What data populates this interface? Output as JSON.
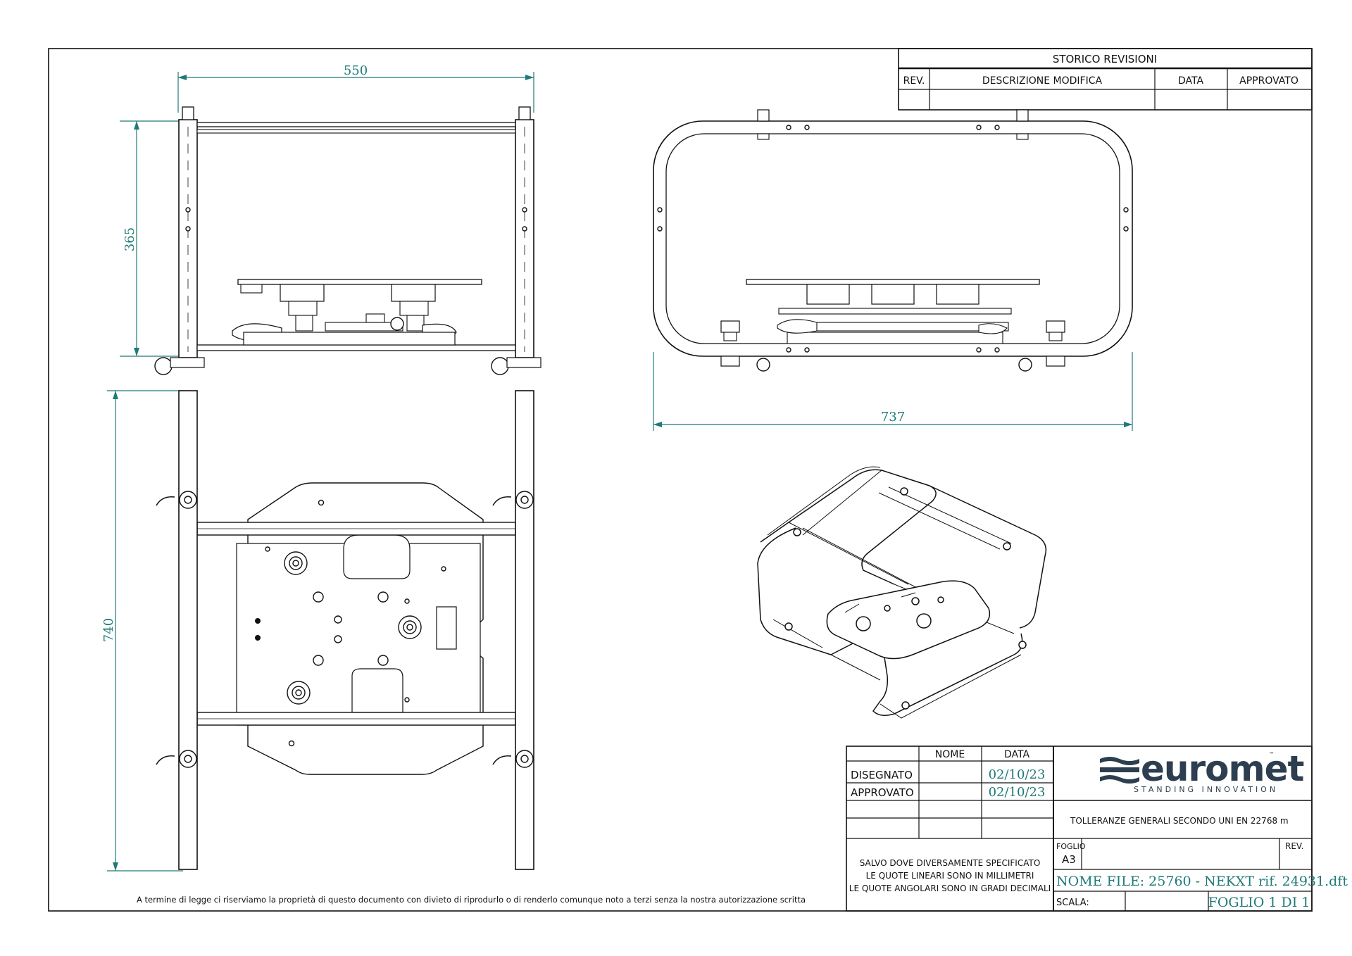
{
  "revisions": {
    "title": "STORICO REVISIONI",
    "headers": [
      "REV.",
      "DESCRIZIONE MODIFICA",
      "DATA",
      "APPROVATO"
    ]
  },
  "dimensions": {
    "front_width": "550",
    "front_height": "365",
    "top_depth": "740",
    "side_width": "737"
  },
  "notice": "A termine di legge ci riserviamo la proprietà di questo documento con divieto di riprodurlo o di renderlo comunque noto a terzi senza la nostra autorizzazione scritta",
  "title_block": {
    "col_nome": "NOME",
    "col_data": "DATA",
    "row_drawn_label": "DISEGNATO",
    "row_drawn_date": "02/10/23",
    "row_approved_label": "APPROVATO",
    "row_approved_date": "02/10/23",
    "notes": [
      "SALVO DOVE DIVERSAMENTE SPECIFICATO",
      "LE QUOTE LINEARI SONO IN MILLIMETRI",
      "LE QUOTE ANGOLARI SONO IN GRADI DECIMALI"
    ],
    "tolerances": "TOLLERANZE GENERALI SECONDO UNI EN 22768 m",
    "foglio_label": "FOGLIO",
    "foglio_size": "A3",
    "rev_label": "REV.",
    "file_name": "NOME FILE: 25760 - NEKXT rif. 24931.dft",
    "scale_label": "SCALA:",
    "sheet_number": "FOGLIO 1 DI 1"
  },
  "logo": {
    "name": "euromet",
    "tagline": "STANDING INNOVATION",
    "tm": "™",
    "color": "#2c3e50"
  }
}
